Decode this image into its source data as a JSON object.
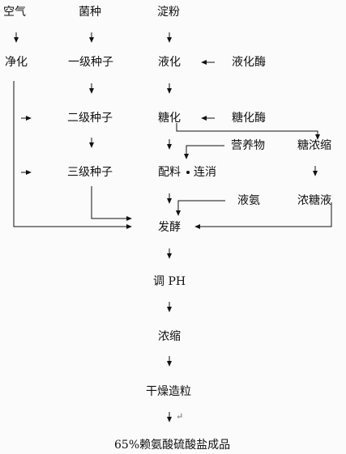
{
  "diagram": {
    "nodes": {
      "air": "空气",
      "strain": "菌种",
      "starch": "淀粉",
      "purify": "净化",
      "seed1": "一级种子",
      "liquefy": "液化",
      "liquefy_enzyme": "液化酶",
      "seed2": "二级种子",
      "saccharify": "糖化",
      "saccharify_enzyme": "糖化酶",
      "nutrient": "营养物",
      "sugar_concentrate": "糖浓缩",
      "seed3": "三级种子",
      "batching": "配料",
      "cont_sterilize": "连消",
      "ammonia": "液氨",
      "conc_sugar": "浓糖液",
      "ferment": "发酵",
      "adjust_ph": "调 PH",
      "concentrate": "浓缩",
      "dry_granulate": "干燥造粒",
      "product": "65%赖氨酸硫酸盐成品"
    },
    "trailing_mark": "↵"
  }
}
